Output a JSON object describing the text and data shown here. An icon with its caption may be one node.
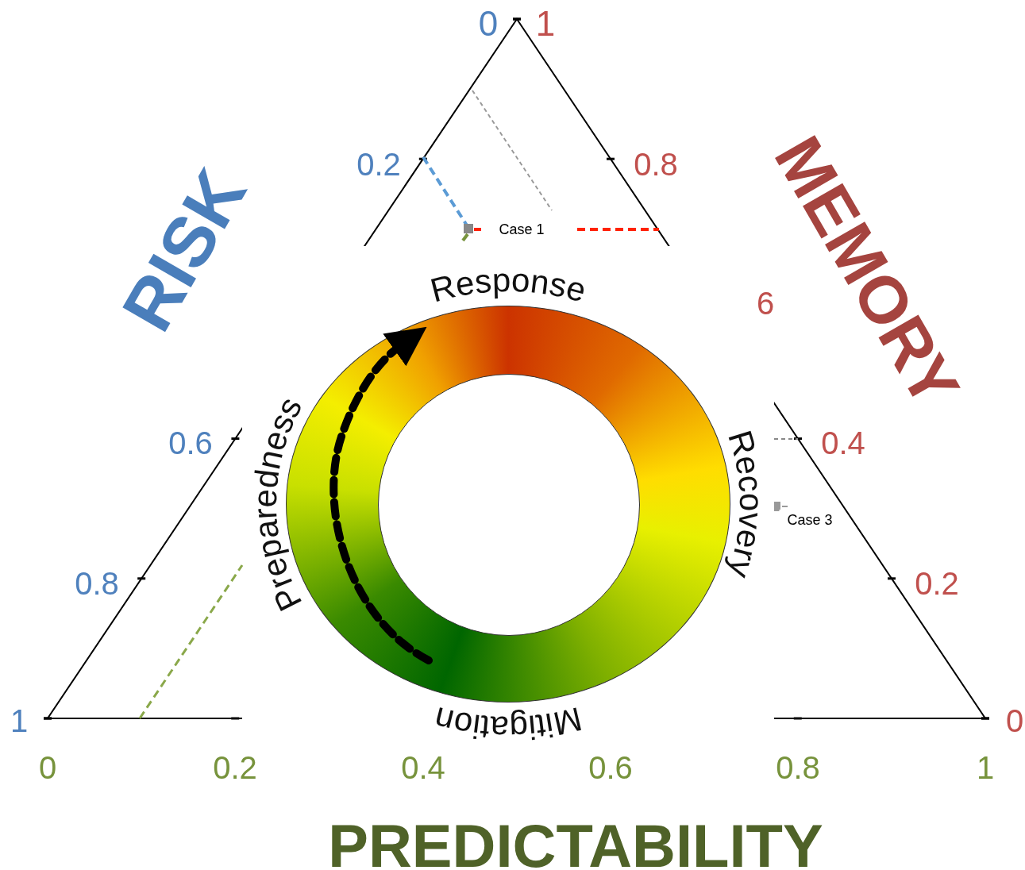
{
  "diagram": {
    "nodes": [
      {
        "text": [
          "Response",
          "Recovery",
          "Mitigation",
          "Preparedness"
        ]
      }
    ],
    "labels": [
      "0",
      "1",
      "0.2",
      "0.8",
      "RISK",
      "Case 1",
      "MEMORY",
      "6",
      "0.6",
      "0.4",
      "Case 3",
      "0.8",
      "0.2",
      "1",
      "0",
      "0",
      "0.2",
      "0.4",
      "0.6",
      "0.8",
      "1",
      "PREDICTABILITY"
    ]
  }
}
